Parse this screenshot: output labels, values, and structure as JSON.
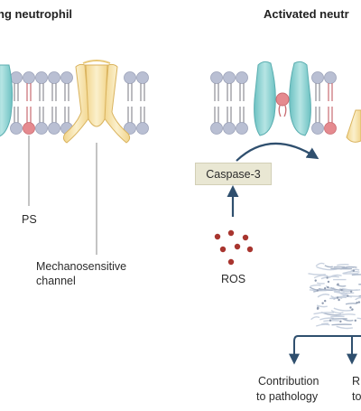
{
  "titles": {
    "left": "ng neutrophil",
    "right": "Activated neutr"
  },
  "labels": {
    "ps": "PS",
    "mechano_line1": "Mechanosensitive",
    "mechano_line2": "channel",
    "caspase": "Caspase-3",
    "ros": "ROS",
    "contribution_line1": "Contribution",
    "contribution_line2": "to pathology",
    "cut_right_line1": "R",
    "cut_right_line2": "to"
  },
  "colors": {
    "lipid_head": "#b9bfd3",
    "lipid_tail": "#8e8e95",
    "ps_head": "#e58a8f",
    "teal_channel": "#8fd2d2",
    "yellow_channel": "#f6e2a8",
    "ros_dot": "#a8352f",
    "arrow": "#2f4f6e",
    "caspase_box": "#e9e7d3",
    "net_texture": "#c9d2e0"
  },
  "icons": [
    "lipid-bilayer-icon",
    "teal-channel-icon",
    "mechanosensitive-channel-icon",
    "ros-particles-icon",
    "net-icon"
  ]
}
